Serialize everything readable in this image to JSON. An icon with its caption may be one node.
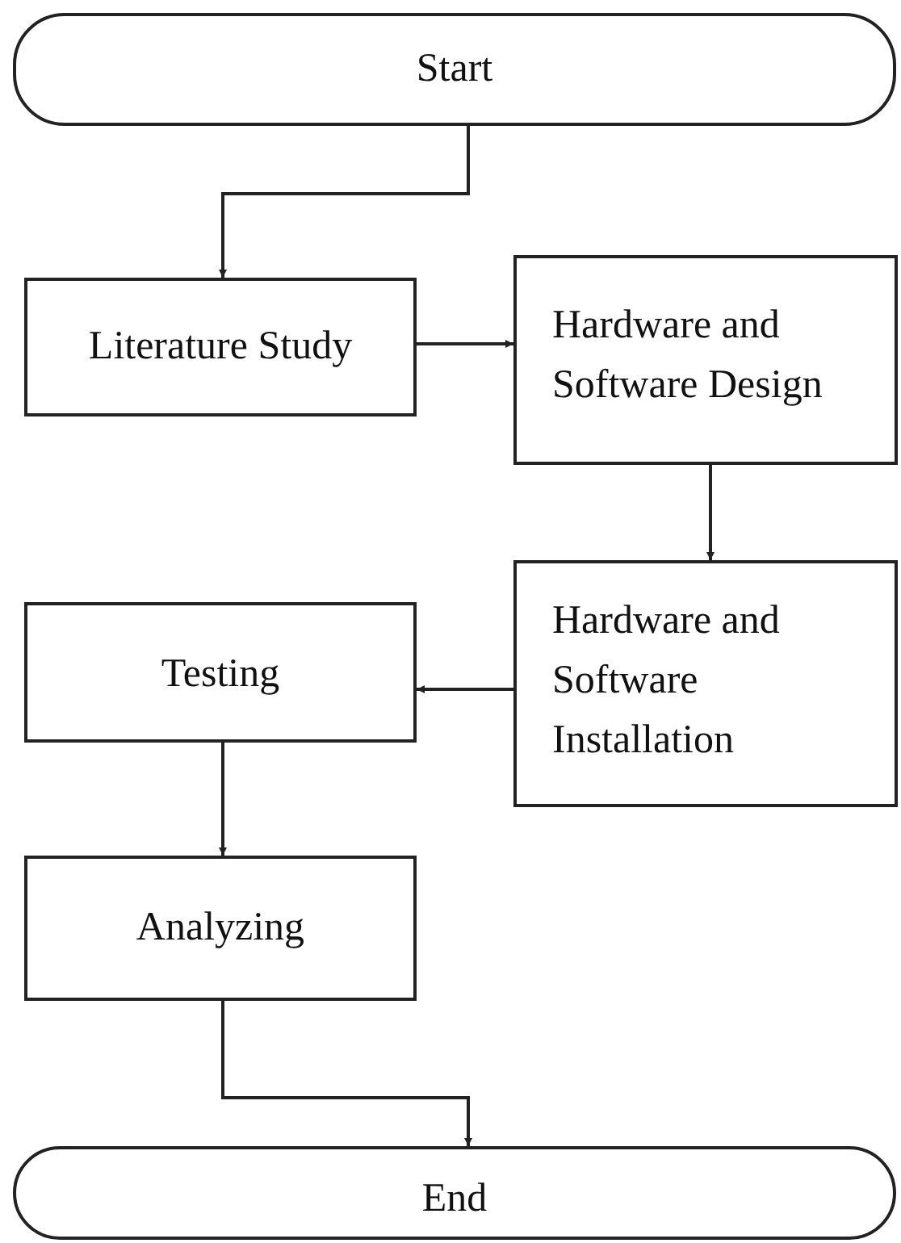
{
  "diagram": {
    "nodes": [
      {
        "text": [
          "Start"
        ]
      },
      {
        "text": [
          "Literature Study"
        ]
      },
      {
        "text": [
          "Hardware and Software Design"
        ]
      },
      {
        "text": [
          "Hardware and Software Installation"
        ]
      },
      {
        "text": [
          "Testing"
        ]
      },
      {
        "text": [
          "Analyzing"
        ]
      },
      {
        "text": [
          "End"
        ]
      }
    ],
    "edges": [
      {
        "from": 0,
        "to": 1,
        "arrow": "to"
      },
      {
        "from": 1,
        "to": 2,
        "arrow": "to"
      },
      {
        "from": 2,
        "to": 3,
        "arrow": "to"
      },
      {
        "from": 3,
        "to": 4,
        "arrow": "to"
      },
      {
        "from": 4,
        "to": 5,
        "arrow": "to"
      },
      {
        "from": 5,
        "to": 6,
        "arrow": "to"
      }
    ]
  }
}
